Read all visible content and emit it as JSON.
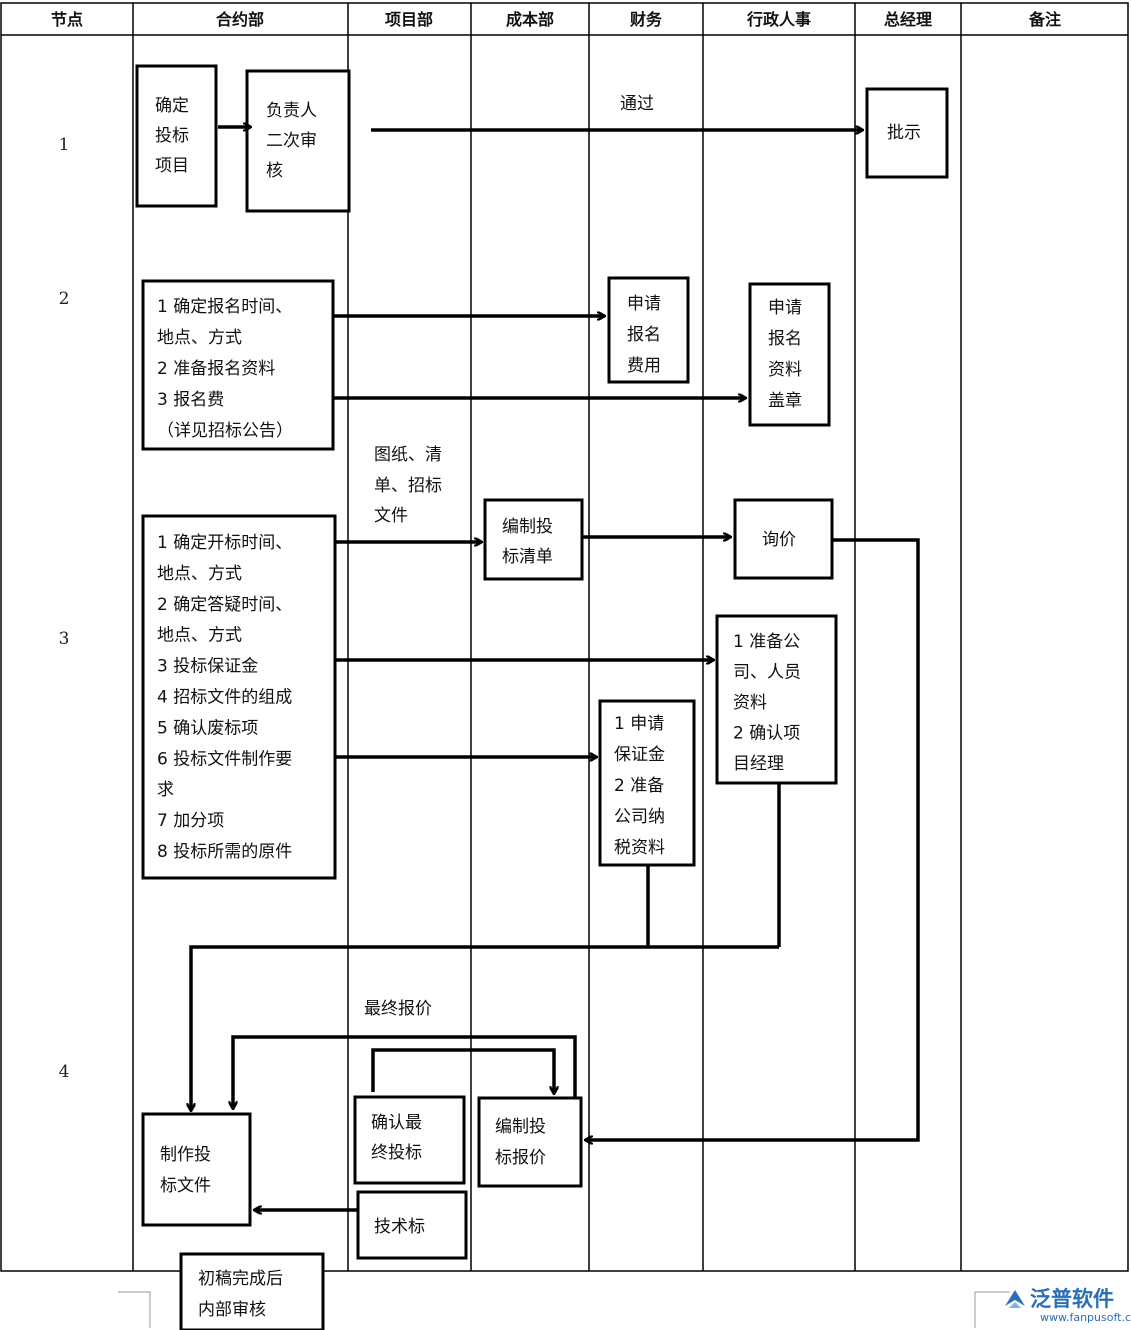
{
  "lanes": [
    "节点",
    "合约部",
    "项目部",
    "成本部",
    "财务",
    "行政人事",
    "总经理",
    "备注"
  ],
  "nodes": [
    "1",
    "2",
    "3",
    "4"
  ],
  "boxes": {
    "b1": [
      "确定",
      "投标",
      "项目"
    ],
    "b2": [
      "负责人",
      "二次审",
      "核"
    ],
    "b3": [
      "批示"
    ],
    "b4": [
      "1 确定报名时间、",
      "地点、方式",
      "2 准备报名资料",
      "3 报名费",
      "（详见招标公告）"
    ],
    "b5": [
      "申请",
      "报名",
      "费用"
    ],
    "b6": [
      "申请",
      "报名",
      "资料",
      "盖章"
    ],
    "b7": [
      "编制投",
      "标清单"
    ],
    "b8": [
      "询价"
    ],
    "b9": [
      "1 确定开标时间、",
      "地点、方式",
      "2 确定答疑时间、",
      "地点、方式",
      "3 投标保证金",
      "4 招标文件的组成",
      "5 确认废标项",
      "6 投标文件制作要",
      "求",
      "7 加分项",
      "8 投标所需的原件"
    ],
    "b10": [
      "1 准备公",
      "司、人员",
      "资料",
      "2 确认项",
      "目经理"
    ],
    "b11": [
      "1 申请",
      "保证金",
      "2 准备",
      "公司纳",
      "税资料"
    ],
    "b12": [
      "制作投",
      "标文件"
    ],
    "b13": [
      "确认最",
      "终投标"
    ],
    "b14": [
      "编制投",
      "标报价"
    ],
    "b15": [
      "技术标"
    ],
    "b16": [
      "初稿完成后",
      "内部审核"
    ]
  },
  "labels": {
    "pass": "通过",
    "drawings": [
      "图纸、清",
      "单、招标",
      "文件"
    ],
    "final_quote": "最终报价"
  },
  "brand": {
    "name": "泛普软件",
    "url": "www.fanpusoft.com",
    "color": "#2a6fb5"
  }
}
